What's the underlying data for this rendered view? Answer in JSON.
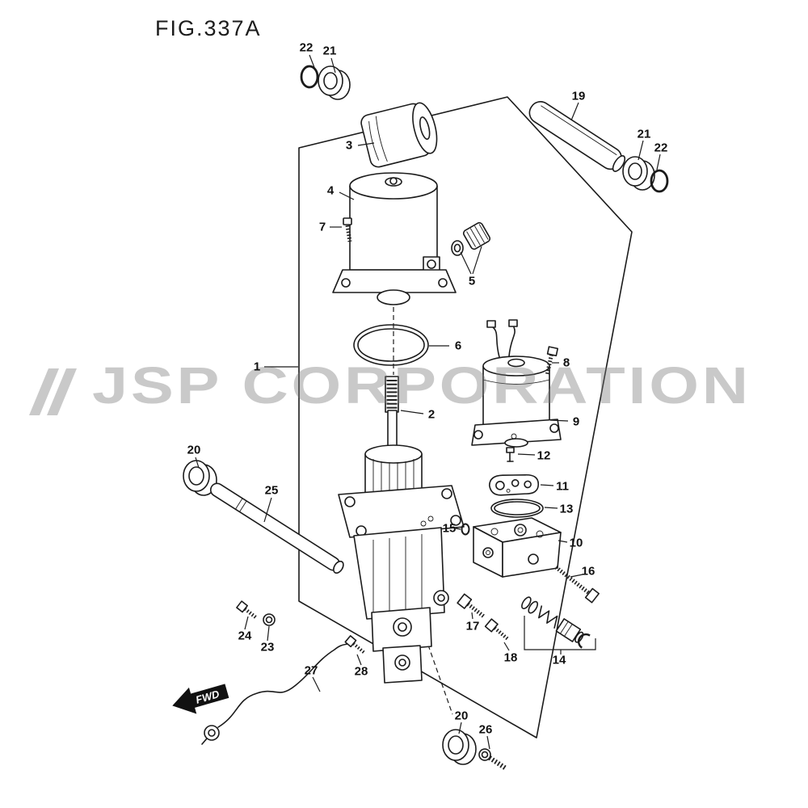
{
  "figure": {
    "title": "FIG.337A",
    "watermark": "JSP CORPORATION",
    "fwd": "FWD"
  },
  "callouts": {
    "c1": "1",
    "c2": "2",
    "c3": "3",
    "c4": "4",
    "c5": "5",
    "c6": "6",
    "c7": "7",
    "c8": "8",
    "c9": "9",
    "c10": "10",
    "c11": "11",
    "c12": "12",
    "c13": "13",
    "c14": "14",
    "c15": "15",
    "c16": "16",
    "c17": "17",
    "c18": "18",
    "c19": "19",
    "c20_left": "20",
    "c20_bottom": "20",
    "c21_top": "21",
    "c21_right": "21",
    "c22_top": "22",
    "c22_right": "22",
    "c23": "23",
    "c24": "24",
    "c25": "25",
    "c26": "26",
    "c27": "27",
    "c28": "28"
  }
}
